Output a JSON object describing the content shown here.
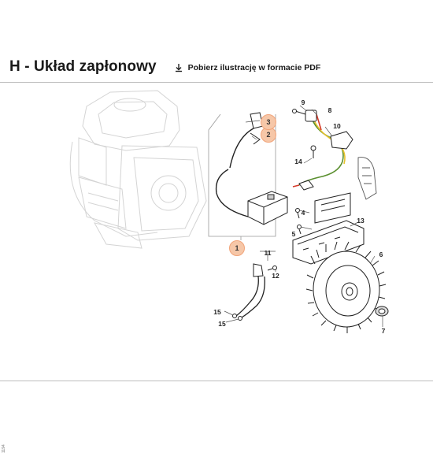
{
  "header": {
    "title": "H - Układ zapłonowy",
    "pdf_link_label": "Pobierz ilustrację w formacie PDF"
  },
  "diagram": {
    "side_code": "1194",
    "highlighted_callouts": [
      "1",
      "2",
      "3"
    ],
    "callouts": [
      "1",
      "2",
      "3",
      "4",
      "5",
      "6",
      "7",
      "8",
      "9",
      "10",
      "11",
      "12",
      "13",
      "14",
      "15",
      "15"
    ],
    "colors": {
      "highlight": "#f6c7a8",
      "highlight_ring": "#f1a47a",
      "faded_outline": "#d4d4d4",
      "part_outline": "#222222",
      "wire_green": "#5a8f2f",
      "wire_red": "#d43a2a",
      "wire_yellow": "#e7c22e"
    }
  }
}
